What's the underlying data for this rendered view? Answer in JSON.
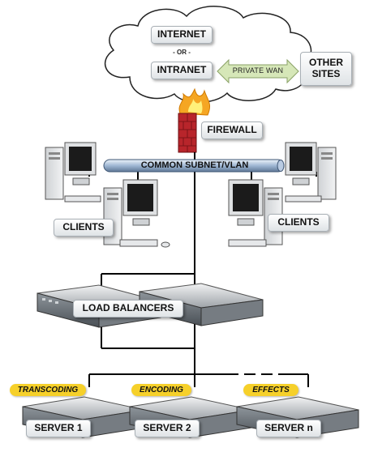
{
  "cloud": {
    "internet": "INTERNET",
    "or": "- OR -",
    "intranet": "INTRANET"
  },
  "wan": {
    "label": "PRIVATE WAN"
  },
  "other_sites": {
    "line1": "OTHER",
    "line2": "SITES"
  },
  "firewall": {
    "label": "FIREWALL"
  },
  "subnet": {
    "label": "COMMON SUBNET/VLAN"
  },
  "clients": {
    "left": "CLIENTS",
    "right": "CLIENTS"
  },
  "load_balancers": {
    "label": "LOAD BALANCERS"
  },
  "servers": [
    {
      "role": "TRANSCODING",
      "name": "SERVER 1"
    },
    {
      "role": "ENCODING",
      "name": "SERVER 2"
    },
    {
      "role": "EFFECTS",
      "name": "SERVER n"
    }
  ],
  "colors": {
    "tag": "#f6d02a",
    "bus": "#c9d9ec",
    "firewall_brick": "#b8252b",
    "flame": "#f5a623",
    "wan_arrow": "#d6e7b8"
  }
}
